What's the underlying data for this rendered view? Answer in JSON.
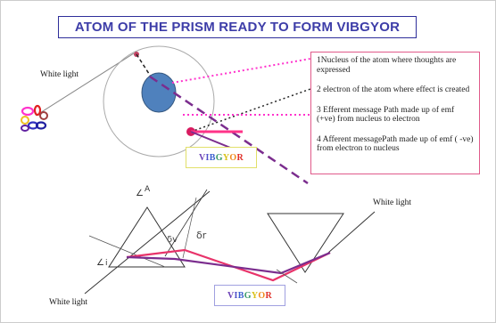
{
  "title": "ATOM OF THE PRISM  READY TO FORM VIBGYOR",
  "legend": {
    "items": [
      "1Nucleus of the atom where thoughts are expressed",
      "2 electron of the atom where effect is created",
      "3 Efferent message  Path made up of emf (+ve) from nucleus to electron",
      "4 Afferent messagePath made up of emf ( -ve) from electron to nucleus"
    ]
  },
  "labels": {
    "white_light_left": "White light",
    "white_light_right": "White light",
    "white_light_bottom": "White light"
  },
  "vibgyor": {
    "letters": [
      "V",
      "I",
      "B",
      "G",
      "Y",
      "O",
      "R"
    ],
    "colors": [
      "#6a3fb5",
      "#4f4fc9",
      "#3a5fd0",
      "#3a9a6a",
      "#d9c21a",
      "#f08a1a",
      "#e0302a"
    ]
  },
  "handwritten": {
    "angle_a": "A",
    "delta_v": "δv",
    "delta_r": "δr",
    "angle_i": "i"
  },
  "colors": {
    "title_border": "#2e2e9a",
    "title_text": "#3d3da8",
    "legend_border": "#e05a8a",
    "nucleus": "#4f81bd",
    "electron": "#d81b60",
    "efferent_path": "#ff33cc",
    "afferent_path": "#7b2d8e",
    "red_ray": "#e8336a",
    "violet_ray": "#7b2d8e"
  }
}
